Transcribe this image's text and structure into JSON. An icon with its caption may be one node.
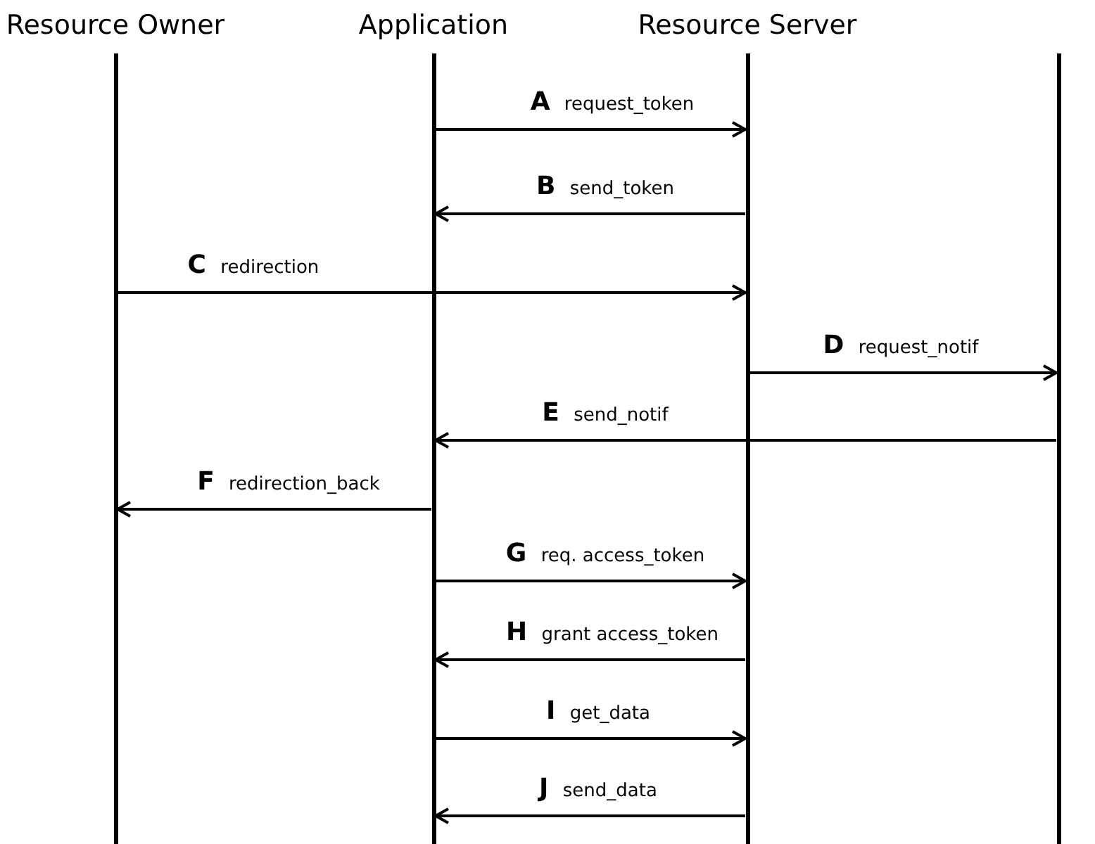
{
  "diagram": {
    "nodes": [
      {
        "text": [
          "Resource Owner"
        ]
      },
      {
        "text": [
          "Application"
        ]
      },
      {
        "text": [
          "Resource Server"
        ]
      },
      {
        "text": [],
        "shape": "bar"
      }
    ],
    "edges": [
      {
        "from": 1,
        "to": 2,
        "arrow": "to",
        "label": "**A** request_token"
      },
      {
        "from": 2,
        "to": 1,
        "arrow": "to",
        "label": "**B** send_token"
      },
      {
        "from": 0,
        "to": 2,
        "arrow": "to",
        "label": "**C** redirection"
      },
      {
        "from": 2,
        "to": 3,
        "arrow": "to",
        "label": "**D** request_notif"
      },
      {
        "from": 3,
        "to": 1,
        "arrow": "to",
        "label": "**E** send_notif"
      },
      {
        "from": 1,
        "to": 0,
        "arrow": "to",
        "label": "**F** redirection_back"
      },
      {
        "from": 1,
        "to": 2,
        "arrow": "to",
        "label": "**G** req. access_token"
      },
      {
        "from": 2,
        "to": 1,
        "arrow": "to",
        "label": "**H** grant access_token"
      },
      {
        "from": 1,
        "to": 2,
        "arrow": "to",
        "label": "**I** get_data"
      },
      {
        "from": 2,
        "to": 1,
        "arrow": "to",
        "label": "**J** send_data"
      }
    ]
  }
}
